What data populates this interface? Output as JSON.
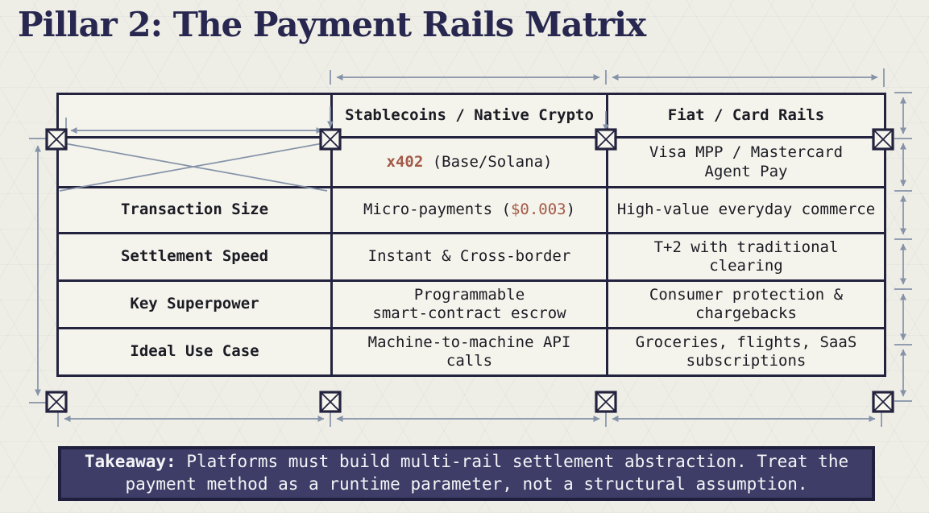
{
  "page": {
    "title": "Pillar 2: The Payment Rails Matrix"
  },
  "colors": {
    "background": "#efeee6",
    "cell_background": "#f5f4ec",
    "border_navy": "#23233f",
    "title_navy": "#272750",
    "accent_red": "#a35a48",
    "dimension_slate": "#8593a9",
    "takeaway_background": "#3d3d67",
    "takeaway_text": "#f4f4f7"
  },
  "table": {
    "column_headers": [
      "Stablecoins / Native Crypto",
      "Fiat / Card Rails"
    ],
    "top_row": {
      "crypto_accent": "x402",
      "crypto_rest": " (Base/Solana)",
      "fiat": "Visa MPP / Mastercard\nAgent Pay"
    },
    "rows": [
      {
        "label": "Transaction Size",
        "crypto_pre": "Micro-payments (",
        "crypto_accent": "$0.003",
        "crypto_post": ")",
        "fiat": "High-value everyday commerce"
      },
      {
        "label": "Settlement Speed",
        "crypto": "Instant & Cross-border",
        "fiat": "T+2 with traditional\nclearing"
      },
      {
        "label": "Key Superpower",
        "crypto": "Programmable\nsmart-contract escrow",
        "fiat": "Consumer protection &\nchargebacks"
      },
      {
        "label": "Ideal Use Case",
        "crypto": "Machine-to-machine API\ncalls",
        "fiat": "Groceries, flights, SaaS\nsubscriptions"
      }
    ]
  },
  "takeaway": {
    "label": "Takeaway:",
    "text": " Platforms must build multi-rail settlement abstraction. Treat the payment method as a runtime parameter, not a structural assumption."
  }
}
